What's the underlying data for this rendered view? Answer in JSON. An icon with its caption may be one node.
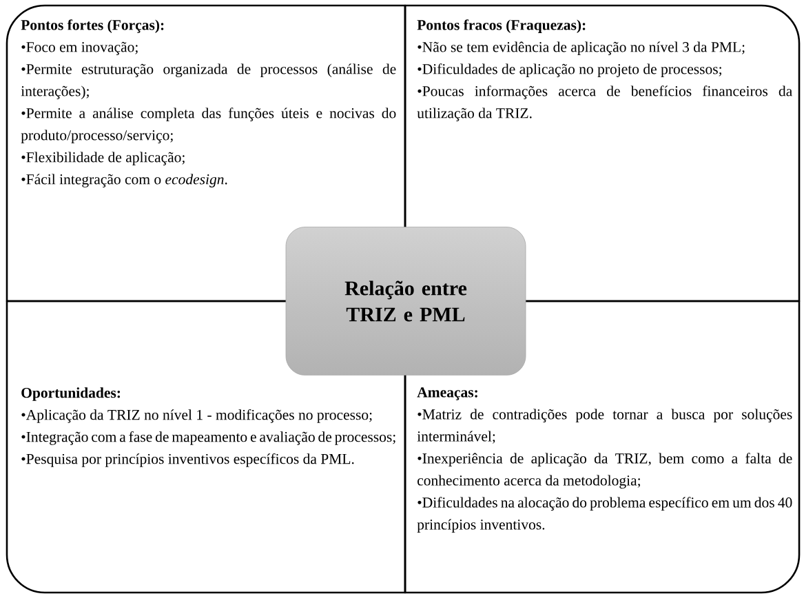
{
  "diagram": {
    "nodes": [
      {
        "text": [
          "Pontos fortes (Forças):",
          "•Foco em inovação;",
          "•Permite estruturação organizada de processos (análise de interações);",
          "•Permite a análise completa das funções úteis e nocivas do produto/processo/serviço;",
          "•Flexibilidade de aplicação;",
          "•Fácil integração com o *ecodesign*."
        ]
      },
      {
        "text": [
          "Pontos fracos (Fraquezas):",
          "•Não se tem evidência de aplicação no nível 3 da PML;",
          "•Dificuldades de aplicação no projeto de processos;",
          "•Poucas informações acerca de benefícios financeiros da utilização da TRIZ."
        ]
      },
      {
        "text": [
          "Relação entre TRIZ e PML"
        ]
      },
      {
        "text": [
          "Oportunidades:",
          "•Aplicação da TRIZ no nível 1 - modificações no processo;",
          "•Integração com a fase de mapeamento e avaliação de processos;",
          "•Pesquisa por princípios inventivos específicos da PML."
        ]
      },
      {
        "text": [
          "Ameaças:",
          "•Matriz de contradições pode tornar a busca por soluções interminável;",
          "•Inexperiência de aplicação da TRIZ, bem como a falta de conhecimento acerca da metodologia;",
          "•Dificuldades na alocação do problema específico em um dos 40 princípios inventivos."
        ]
      }
    ]
  }
}
